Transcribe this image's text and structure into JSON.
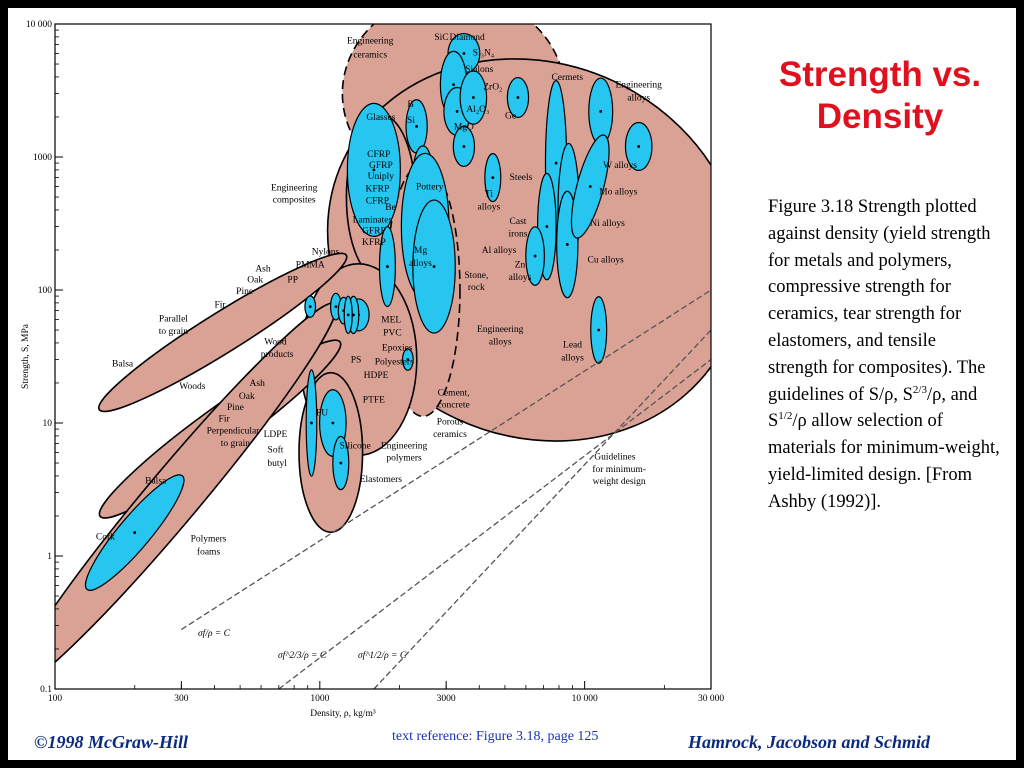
{
  "slide": {
    "title": "Strength vs. Density",
    "caption_parts": [
      "Figure 3.18 Strength plotted against density (yield strength for metals and polymers, compressive strength for ceramics, tear strength for elastomers, and tensile strength for composites). The guidelines of S/ρ, S",
      "2/3",
      "/ρ, and S",
      "1/2",
      "/ρ allow selection of materials for minimum-weight, yield-limited design. [From Ashby (1992)]."
    ],
    "copyright": "©1998 McGraw-Hill",
    "reference": "text reference:  Figure 3.18,  page 125",
    "authors": "Hamrock, Jacobson and Schmid",
    "colors": {
      "title": "#e0101e",
      "envelope": "#d9a295",
      "material": "#27c6f0",
      "footer": "#0a2a80"
    }
  },
  "chart_data": {
    "type": "scatter",
    "xlabel": "Density, ρ, kg/m³",
    "ylabel": "Strength, S, MPa",
    "xscale": "log",
    "yscale": "log",
    "xlim": [
      100,
      30000
    ],
    "ylim": [
      0.1,
      10000
    ],
    "xticks": [
      100,
      300,
      1000,
      3000,
      10000,
      30000
    ],
    "xtick_labels": [
      "100",
      "300",
      "1000",
      "3000",
      "10 000",
      "30 000"
    ],
    "yticks": [
      0.1,
      1,
      10,
      100,
      1000,
      10000
    ],
    "ytick_labels": [
      "0.1",
      "1",
      "10",
      "100",
      "1000",
      "10 000"
    ],
    "envelopes": [
      {
        "name": "Engineering ceramics",
        "x": 3200,
        "y": 3000,
        "dx": 0.42,
        "dy": 0.75,
        "rot": 0,
        "dashed": true
      },
      {
        "name": "Engineering alloys",
        "x": 6500,
        "y": 200,
        "dx": 0.8,
        "dy": 1.4,
        "rot": 25,
        "dashed": false
      },
      {
        "name": "Engineering composites",
        "x": 1700,
        "y": 500,
        "dx": 0.13,
        "dy": 0.62,
        "rot": 0,
        "dashed": false
      },
      {
        "name": "Porous ceramics",
        "x": 2450,
        "y": 100,
        "dx": 0.14,
        "dy": 0.95,
        "rot": 0,
        "dashed": true
      },
      {
        "name": "Engineering polymers",
        "x": 1400,
        "y": 30,
        "dx": 0.22,
        "dy": 0.72,
        "rot": 0,
        "dashed": false
      },
      {
        "name": "Woods parallel to grain",
        "x": 430,
        "y": 48,
        "dx": 0.55,
        "dy": 0.15,
        "rot": -32,
        "dashed": false
      },
      {
        "name": "Woods perpendicular to grain",
        "x": 420,
        "y": 9,
        "dx": 0.56,
        "dy": 0.16,
        "rot": -36,
        "dashed": false
      },
      {
        "name": "Polymers foams",
        "x": 280,
        "y": 2.8,
        "dx": 0.95,
        "dy": 0.2,
        "rot": -50,
        "dashed": false
      },
      {
        "name": "Elastomers",
        "x": 1100,
        "y": 6,
        "dx": 0.12,
        "dy": 0.6,
        "rot": 0,
        "dashed": false
      }
    ],
    "materials": [
      {
        "name": "Cork",
        "x": 200,
        "y": 1.5,
        "dx": 0.28,
        "dy": 0.12,
        "rot": -50
      },
      {
        "name": "Diamond",
        "x": 3500,
        "y": 6000,
        "dx": 0.06,
        "dy": 0.15,
        "rot": 0
      },
      {
        "name": "SiC",
        "x": 3200,
        "y": 3500,
        "dx": 0.05,
        "dy": 0.25,
        "rot": 0
      },
      {
        "name": "Si3N4",
        "x": 3300,
        "y": 2200,
        "dx": 0.05,
        "dy": 0.18,
        "rot": 0
      },
      {
        "name": "Al2O3",
        "x": 3800,
        "y": 2800,
        "dx": 0.05,
        "dy": 0.2,
        "rot": 0
      },
      {
        "name": "ZrO2",
        "x": 5600,
        "y": 2800,
        "dx": 0.04,
        "dy": 0.15,
        "rot": 0
      },
      {
        "name": "MgO",
        "x": 3500,
        "y": 1200,
        "dx": 0.04,
        "dy": 0.15,
        "rot": 0
      },
      {
        "name": "B",
        "x": 2320,
        "y": 1700,
        "dx": 0.04,
        "dy": 0.2,
        "rot": 0
      },
      {
        "name": "Glasses",
        "x": 2450,
        "y": 800,
        "dx": 0.035,
        "dy": 0.18,
        "rot": 0
      },
      {
        "name": "CFRP",
        "x": 1600,
        "y": 800,
        "dx": 0.1,
        "dy": 0.5,
        "rot": 0
      },
      {
        "name": "Pottery",
        "x": 2500,
        "y": 300,
        "dx": 0.09,
        "dy": 0.55,
        "rot": 0
      },
      {
        "name": "Mg alloys",
        "x": 1800,
        "y": 150,
        "dx": 0.03,
        "dy": 0.3,
        "rot": 0
      },
      {
        "name": "Al alloys",
        "x": 2700,
        "y": 150,
        "dx": 0.08,
        "dy": 0.5,
        "rot": 0
      },
      {
        "name": "Ti alloys",
        "x": 4500,
        "y": 700,
        "dx": 0.03,
        "dy": 0.18,
        "rot": 0
      },
      {
        "name": "Steels",
        "x": 7800,
        "y": 900,
        "dx": 0.04,
        "dy": 0.62,
        "rot": 0
      },
      {
        "name": "Cast irons",
        "x": 7200,
        "y": 300,
        "dx": 0.035,
        "dy": 0.4,
        "rot": 0
      },
      {
        "name": "Zn alloys",
        "x": 6500,
        "y": 180,
        "dx": 0.035,
        "dy": 0.22,
        "rot": 0
      },
      {
        "name": "Ni alloys",
        "x": 8700,
        "y": 400,
        "dx": 0.04,
        "dy": 0.5,
        "rot": 0
      },
      {
        "name": "Cu alloys",
        "x": 8600,
        "y": 220,
        "dx": 0.04,
        "dy": 0.4,
        "rot": 0
      },
      {
        "name": "Cermets",
        "x": 11500,
        "y": 2200,
        "dx": 0.045,
        "dy": 0.25,
        "rot": 0
      },
      {
        "name": "Mo alloys",
        "x": 10500,
        "y": 600,
        "dx": 0.05,
        "dy": 0.4,
        "rot": 15
      },
      {
        "name": "W alloys",
        "x": 16000,
        "y": 1200,
        "dx": 0.05,
        "dy": 0.18,
        "rot": 0
      },
      {
        "name": "Lead alloys",
        "x": 11300,
        "y": 50,
        "dx": 0.03,
        "dy": 0.25,
        "rot": 0
      },
      {
        "name": "PP",
        "x": 920,
        "y": 75,
        "dx": 0.02,
        "dy": 0.08,
        "rot": 0
      },
      {
        "name": "Nylons",
        "x": 1150,
        "y": 75,
        "dx": 0.02,
        "dy": 0.1,
        "rot": 0
      },
      {
        "name": "Epoxies",
        "x": 1230,
        "y": 70,
        "dx": 0.02,
        "dy": 0.1,
        "rot": 0
      },
      {
        "name": "MEL",
        "x": 1400,
        "y": 65,
        "dx": 0.04,
        "dy": 0.12,
        "rot": 0
      },
      {
        "name": "PVC",
        "x": 1340,
        "y": 65,
        "dx": 0.02,
        "dy": 0.14,
        "rot": 0
      },
      {
        "name": "Polyesters",
        "x": 1280,
        "y": 65,
        "dx": 0.015,
        "dy": 0.14,
        "rot": 0
      },
      {
        "name": "Cement, concrete",
        "x": 2150,
        "y": 30,
        "dx": 0.02,
        "dy": 0.08,
        "rot": 0
      },
      {
        "name": "LDPE",
        "x": 930,
        "y": 10,
        "dx": 0.02,
        "dy": 0.4,
        "rot": 0
      },
      {
        "name": "PU",
        "x": 1120,
        "y": 10,
        "dx": 0.05,
        "dy": 0.25,
        "rot": 0
      },
      {
        "name": "Silicone",
        "x": 1200,
        "y": 5,
        "dx": 0.03,
        "dy": 0.2,
        "rot": 0
      }
    ],
    "guidelines": [
      {
        "name": "σf/ρ = C",
        "x": [
          300,
          30000
        ],
        "y": [
          0.28,
          100
        ]
      },
      {
        "name": "σf^2/3/ρ = C",
        "x": [
          700,
          30000
        ],
        "y": [
          0.1,
          30
        ]
      },
      {
        "name": "σf^1/2/ρ = C",
        "x": [
          1600,
          30000
        ],
        "y": [
          0.1,
          50
        ]
      }
    ],
    "annotations": [
      {
        "text": "Engineering",
        "x": 1550,
        "y": 7500
      },
      {
        "text": "ceramics",
        "x": 1550,
        "y": 5900
      },
      {
        "text": "SiC",
        "x": 2880,
        "y": 8000
      },
      {
        "text": "Diamond",
        "x": 3600,
        "y": 8000
      },
      {
        "text": "Si₃N₄",
        "x": 4150,
        "y": 6100
      },
      {
        "text": "Sialons",
        "x": 4000,
        "y": 4600
      },
      {
        "text": "ZrO₂",
        "x": 4500,
        "y": 3400
      },
      {
        "text": "Al₂O₃",
        "x": 3950,
        "y": 2300
      },
      {
        "text": "MgO",
        "x": 3500,
        "y": 1700
      },
      {
        "text": "Ge",
        "x": 5250,
        "y": 2050
      },
      {
        "text": "B",
        "x": 2200,
        "y": 2500
      },
      {
        "text": "Si",
        "x": 2210,
        "y": 1900
      },
      {
        "text": "Glasses",
        "x": 1700,
        "y": 2000
      },
      {
        "text": "Cermets",
        "x": 8600,
        "y": 4000
      },
      {
        "text": "Engineering",
        "x": 16000,
        "y": 3500
      },
      {
        "text": "alloys",
        "x": 16000,
        "y": 2800
      },
      {
        "text": "CFRP",
        "x": 1670,
        "y": 1050
      },
      {
        "text": "GFRP",
        "x": 1700,
        "y": 870
      },
      {
        "text": "Uniply",
        "x": 1700,
        "y": 720
      },
      {
        "text": "KFRP",
        "x": 1650,
        "y": 580
      },
      {
        "text": "CFRP",
        "x": 1650,
        "y": 470
      },
      {
        "text": "Be",
        "x": 1850,
        "y": 420
      },
      {
        "text": "Laminates",
        "x": 1580,
        "y": 340
      },
      {
        "text": "GFRP",
        "x": 1600,
        "y": 280
      },
      {
        "text": "KFRP",
        "x": 1600,
        "y": 230
      },
      {
        "text": "Pottery",
        "x": 2600,
        "y": 600
      },
      {
        "text": "Engineering",
        "x": 800,
        "y": 590
      },
      {
        "text": "composites",
        "x": 800,
        "y": 480
      },
      {
        "text": "Ti",
        "x": 4350,
        "y": 530
      },
      {
        "text": "alloys",
        "x": 4350,
        "y": 425
      },
      {
        "text": "Steels",
        "x": 5750,
        "y": 710
      },
      {
        "text": "Cast",
        "x": 5600,
        "y": 330
      },
      {
        "text": "irons",
        "x": 5600,
        "y": 265
      },
      {
        "text": "Al alloys",
        "x": 4750,
        "y": 200
      },
      {
        "text": "Nylons",
        "x": 1050,
        "y": 195
      },
      {
        "text": "PMMA",
        "x": 920,
        "y": 155
      },
      {
        "text": "Mg",
        "x": 2400,
        "y": 200
      },
      {
        "text": "alloys",
        "x": 2400,
        "y": 160
      },
      {
        "text": "Ash",
        "x": 610,
        "y": 145
      },
      {
        "text": "Oak",
        "x": 570,
        "y": 120
      },
      {
        "text": "Pine",
        "x": 520,
        "y": 98
      },
      {
        "text": "PP",
        "x": 790,
        "y": 120
      },
      {
        "text": "Zn",
        "x": 5700,
        "y": 155
      },
      {
        "text": "alloys",
        "x": 5700,
        "y": 125
      },
      {
        "text": "Stone,",
        "x": 3900,
        "y": 130
      },
      {
        "text": "rock",
        "x": 3900,
        "y": 105
      },
      {
        "text": "Cu alloys",
        "x": 12000,
        "y": 170
      },
      {
        "text": "Ni alloys",
        "x": 12200,
        "y": 320
      },
      {
        "text": "Mo alloys",
        "x": 13400,
        "y": 550
      },
      {
        "text": "W alloys",
        "x": 13600,
        "y": 870
      },
      {
        "text": "Fir",
        "x": 420,
        "y": 78
      },
      {
        "text": "Parallel",
        "x": 280,
        "y": 61
      },
      {
        "text": "to grain",
        "x": 280,
        "y": 49
      },
      {
        "text": "MEL",
        "x": 1860,
        "y": 60
      },
      {
        "text": "PVC",
        "x": 1880,
        "y": 48
      },
      {
        "text": "Epoxies",
        "x": 1960,
        "y": 37
      },
      {
        "text": "Polyesters",
        "x": 1910,
        "y": 29
      },
      {
        "text": "HDPE",
        "x": 1630,
        "y": 23
      },
      {
        "text": "PS",
        "x": 1370,
        "y": 30
      },
      {
        "text": "PTFE",
        "x": 1600,
        "y": 15
      },
      {
        "text": "Engineering",
        "x": 4800,
        "y": 51
      },
      {
        "text": "alloys",
        "x": 4800,
        "y": 41
      },
      {
        "text": "Lead",
        "x": 9000,
        "y": 39
      },
      {
        "text": "alloys",
        "x": 9000,
        "y": 31
      },
      {
        "text": "Wood",
        "x": 680,
        "y": 41
      },
      {
        "text": "products",
        "x": 690,
        "y": 33
      },
      {
        "text": "Balsa",
        "x": 180,
        "y": 28
      },
      {
        "text": "Woods",
        "x": 330,
        "y": 19
      },
      {
        "text": "Ash",
        "x": 580,
        "y": 20
      },
      {
        "text": "Oak",
        "x": 530,
        "y": 16
      },
      {
        "text": "Pine",
        "x": 480,
        "y": 13.2
      },
      {
        "text": "Fir",
        "x": 435,
        "y": 10.8
      },
      {
        "text": "Perpendicular",
        "x": 470,
        "y": 8.8
      },
      {
        "text": "to grain",
        "x": 480,
        "y": 7.1
      },
      {
        "text": "Cement,",
        "x": 3200,
        "y": 17
      },
      {
        "text": "concrete",
        "x": 3200,
        "y": 13.8
      },
      {
        "text": "Porous",
        "x": 3100,
        "y": 10.3
      },
      {
        "text": "ceramics",
        "x": 3100,
        "y": 8.3
      },
      {
        "text": "Guidelines",
        "x": 13000,
        "y": 5.6
      },
      {
        "text": "for minimum-",
        "x": 13500,
        "y": 4.5
      },
      {
        "text": "weight design",
        "x": 13500,
        "y": 3.65
      },
      {
        "text": "LDPE",
        "x": 680,
        "y": 8.3
      },
      {
        "text": "PU",
        "x": 1020,
        "y": 12
      },
      {
        "text": "Soft",
        "x": 680,
        "y": 6.3
      },
      {
        "text": "butyl",
        "x": 690,
        "y": 5.0
      },
      {
        "text": "Silicone",
        "x": 1360,
        "y": 6.8
      },
      {
        "text": "Engineering",
        "x": 2080,
        "y": 6.8
      },
      {
        "text": "polymers",
        "x": 2080,
        "y": 5.5
      },
      {
        "text": "Elastomers",
        "x": 1700,
        "y": 3.8
      },
      {
        "text": "Balsa",
        "x": 240,
        "y": 3.7
      },
      {
        "text": "Polymers",
        "x": 380,
        "y": 1.35
      },
      {
        "text": "foams",
        "x": 380,
        "y": 1.08
      },
      {
        "text": "Cork",
        "x": 155,
        "y": 1.4
      }
    ]
  }
}
